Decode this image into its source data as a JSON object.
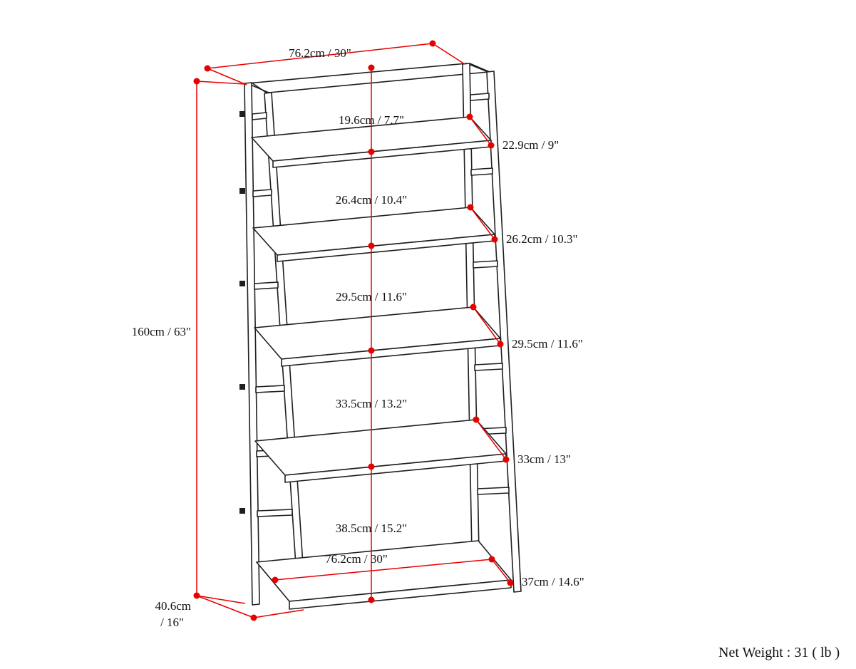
{
  "colors": {
    "background": "#ffffff",
    "line_art": "#1f1f1f",
    "dimension": "#e60000",
    "text": "#111111"
  },
  "dimensions": {
    "top_width": "76.2cm / 30\"",
    "overall_height": "160cm / 63\"",
    "bottom_width": "76.2cm / 30\"",
    "base_depth_line1": "40.6cm",
    "base_depth_line2": "/ 16\"",
    "shelf_gaps": [
      "19.6cm / 7.7\"",
      "26.4cm / 10.4\"",
      "29.5cm / 11.6\"",
      "33.5cm / 13.2\"",
      "38.5cm / 15.2\""
    ],
    "shelf_depths": [
      "22.9cm / 9\"",
      "26.2cm / 10.3\"",
      "29.5cm / 11.6\"",
      "33cm / 13\"",
      "37cm / 14.6\""
    ]
  },
  "footer": {
    "net_weight": "Net Weight : 31 ( lb )"
  }
}
